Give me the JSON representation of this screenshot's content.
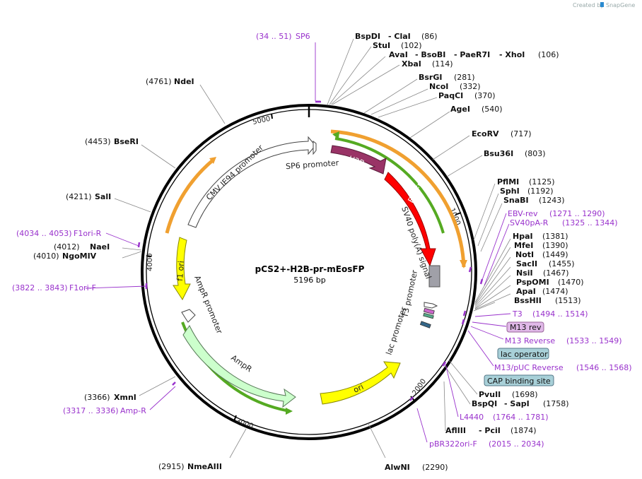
{
  "credit": {
    "prefix": "Created by",
    "brand": "SnapGene"
  },
  "plasmid": {
    "name": "pCS2+-H2B-pr-mEosFP",
    "size_label": "5196 bp"
  },
  "tick_labels": [
    "1000",
    "2000",
    "3000",
    "4000",
    "5000"
  ],
  "sites": {
    "bspdi": {
      "name": "BspDI",
      "pos": "(86)"
    },
    "clai": {
      "name": "- ClaI"
    },
    "stui": {
      "name": "StuI",
      "pos": "(102)"
    },
    "avai": {
      "name": "AvaI",
      "pos": "(106)"
    },
    "bsobi": {
      "name": "- BsoBI"
    },
    "paer7i": {
      "name": "- PaeR7I"
    },
    "xhoi": {
      "name": "- XhoI"
    },
    "xbai": {
      "name": "XbaI",
      "pos": "(114)"
    },
    "bsrgi": {
      "name": "BsrGI",
      "pos": "(281)"
    },
    "ncoi": {
      "name": "NcoI",
      "pos": "(332)"
    },
    "paqci": {
      "name": "PaqCI",
      "pos": "(370)"
    },
    "agei": {
      "name": "AgeI",
      "pos": "(540)"
    },
    "ecorv": {
      "name": "EcoRV",
      "pos": "(717)"
    },
    "bsu36i": {
      "name": "Bsu36I",
      "pos": "(803)"
    },
    "pflmi": {
      "name": "PflMI",
      "pos": "(1125)"
    },
    "sphi": {
      "name": "SphI",
      "pos": "(1192)"
    },
    "snabi": {
      "name": "SnaBI",
      "pos": "(1243)"
    },
    "hpai": {
      "name": "HpaI",
      "pos": "(1381)"
    },
    "mfei": {
      "name": "MfeI",
      "pos": "(1390)"
    },
    "noti": {
      "name": "NotI",
      "pos": "(1449)"
    },
    "sacii": {
      "name": "SacII",
      "pos": "(1455)"
    },
    "nsii": {
      "name": "NsiI",
      "pos": "(1467)"
    },
    "pspomi": {
      "name": "PspOMI",
      "pos": "(1470)"
    },
    "apai": {
      "name": "ApaI",
      "pos": "(1474)"
    },
    "bsshii": {
      "name": "BssHII",
      "pos": "(1513)"
    },
    "pvuii": {
      "name": "PvuII",
      "pos": "(1698)"
    },
    "bspqi": {
      "name": "BspQI",
      "pos": "(1758)"
    },
    "sapi": {
      "name": "- SapI"
    },
    "afliii": {
      "name": "AflIII",
      "pos": "(1874)"
    },
    "pcii": {
      "name": "- PciI"
    },
    "alwni": {
      "name": "AlwNI",
      "pos": "(2290)"
    },
    "nmeaiii": {
      "name": "NmeAIII",
      "pos": "(2915)"
    },
    "xmni": {
      "name": "XmnI",
      "pos": "(3366)"
    },
    "ngomiv": {
      "name": "NgoMIV",
      "pos": "(4010)"
    },
    "naei": {
      "name": "NaeI",
      "pos": "(4012)"
    },
    "sali": {
      "name": "SalI",
      "pos": "(4211)"
    },
    "bseri": {
      "name": "BseRI",
      "pos": "(4453)"
    },
    "ndei": {
      "name": "NdeI",
      "pos": "(4761)"
    }
  },
  "primers": {
    "sp6": {
      "name": "SP6",
      "range": "(34 .. 51)"
    },
    "ebvrev": {
      "name": "EBV-rev",
      "range": "(1271 .. 1290)"
    },
    "sv40par": {
      "name": "SV40pA-R",
      "range": "(1325 .. 1344)"
    },
    "t3": {
      "name": "T3",
      "range": "(1494 .. 1514)"
    },
    "m13reverse": {
      "name": "M13 Reverse",
      "range": "(1533 .. 1549)"
    },
    "m13puc": {
      "name": "M13/pUC Reverse",
      "range": "(1546 .. 1568)"
    },
    "l4440": {
      "name": "L4440",
      "range": "(1764 .. 1781)"
    },
    "pbr322": {
      "name": "pBR322ori-F",
      "range": "(2015 .. 2034)"
    },
    "ampr": {
      "name": "Amp-R",
      "range": "(3317 .. 3336)"
    },
    "f1orif": {
      "name": "F1ori-F",
      "range": "(3822 .. 3843)"
    },
    "f1orir": {
      "name": "F1ori-R",
      "range": "(4034 .. 4053)"
    }
  },
  "boxes": {
    "m13rev": "M13 rev",
    "lacop": "lac operator",
    "cap": "CAP binding site"
  },
  "features": {
    "h2b": "H2B",
    "eosfp": "EosFP",
    "sv40": "SV40 poly(A) signal",
    "t3promoter": "T3 promoter",
    "lacpromoter": "lac promoter",
    "ori": "ori",
    "ampr": "AmpR",
    "amprpromoter": "AmpR promoter",
    "f1ori": "f1 ori",
    "cmv": "CMV IE94 promoter",
    "sp6promoter": "SP6 promoter"
  },
  "colors": {
    "backbone": "#000000",
    "h2b": "#993366",
    "eosfp": "#ff0000",
    "polya": "#a0a0a8",
    "ori": "#ffff00",
    "f1ori": "#ffff00",
    "ampr": "#ccffcc",
    "promoter": "#ffffff",
    "orf_orange": "#f0a030",
    "orf_green": "#55aa22",
    "primer": "#9932cc",
    "box_m13": "#e0b8e8",
    "box_lac": "#a8d0d8"
  }
}
